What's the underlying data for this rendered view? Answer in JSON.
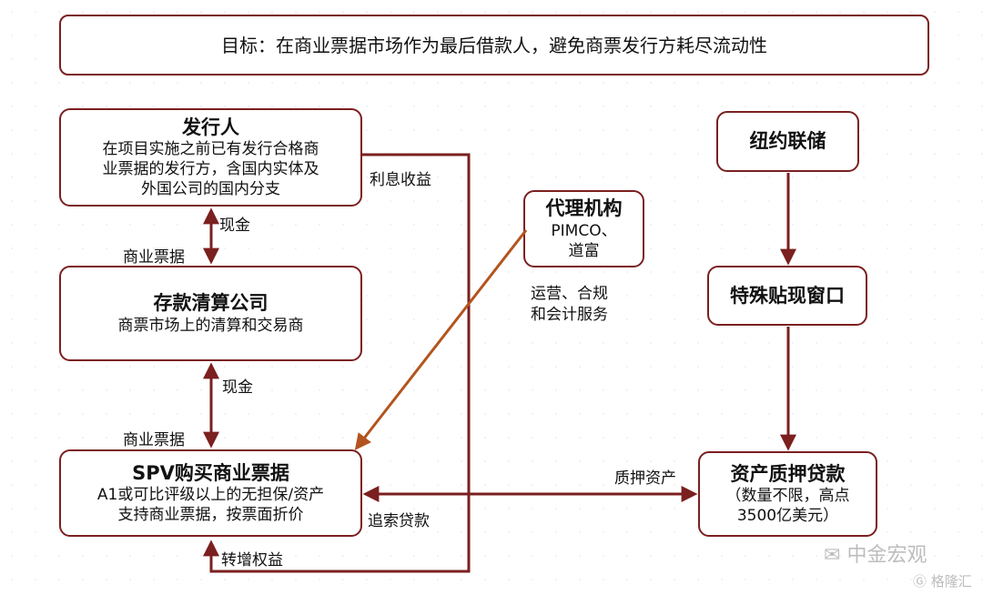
{
  "goal": "目标：在商业票据市场作为最后借款人，避免商票发行方耗尽流动性",
  "nodes": {
    "issuer": {
      "title": "发行人",
      "desc": [
        "在项目实施之前已有发行合格商",
        "业票据的发行方，含国内实体及",
        "外国公司的国内分支"
      ]
    },
    "clearing": {
      "title": "存款清算公司",
      "desc": [
        "商票市场上的清算和交易商"
      ]
    },
    "spv": {
      "title": "SPV购买商业票据",
      "desc": [
        "A1或可比评级以上的无担保/资产",
        "支持商业票据，按票面折价"
      ]
    },
    "agent": {
      "title": "代理机构",
      "desc": [
        "PIMCO、",
        "道富"
      ]
    },
    "fed": {
      "title": "纽约联储"
    },
    "window": {
      "title": "特殊贴现窗口"
    },
    "loan": {
      "title": "资产质押贷款",
      "desc": [
        "（数量不限，高点",
        "3500亿美元）"
      ]
    }
  },
  "edge_labels": {
    "cash1": "现金",
    "cp1": "商业票据",
    "cash2": "现金",
    "cp2": "商业票据",
    "interest": "利息收益",
    "agent_services": [
      "运营、合规",
      "和会计服务"
    ],
    "pledge": "质押资产",
    "recourse": "追索贷款",
    "equity": "转增权益"
  },
  "watermarks": {
    "wechat": "中金宏观",
    "gelonghui": "格隆汇"
  },
  "colors": {
    "border": "#7b1f1f",
    "arrow": "#7b1f1f",
    "agent_arrow": "#b3541e"
  }
}
